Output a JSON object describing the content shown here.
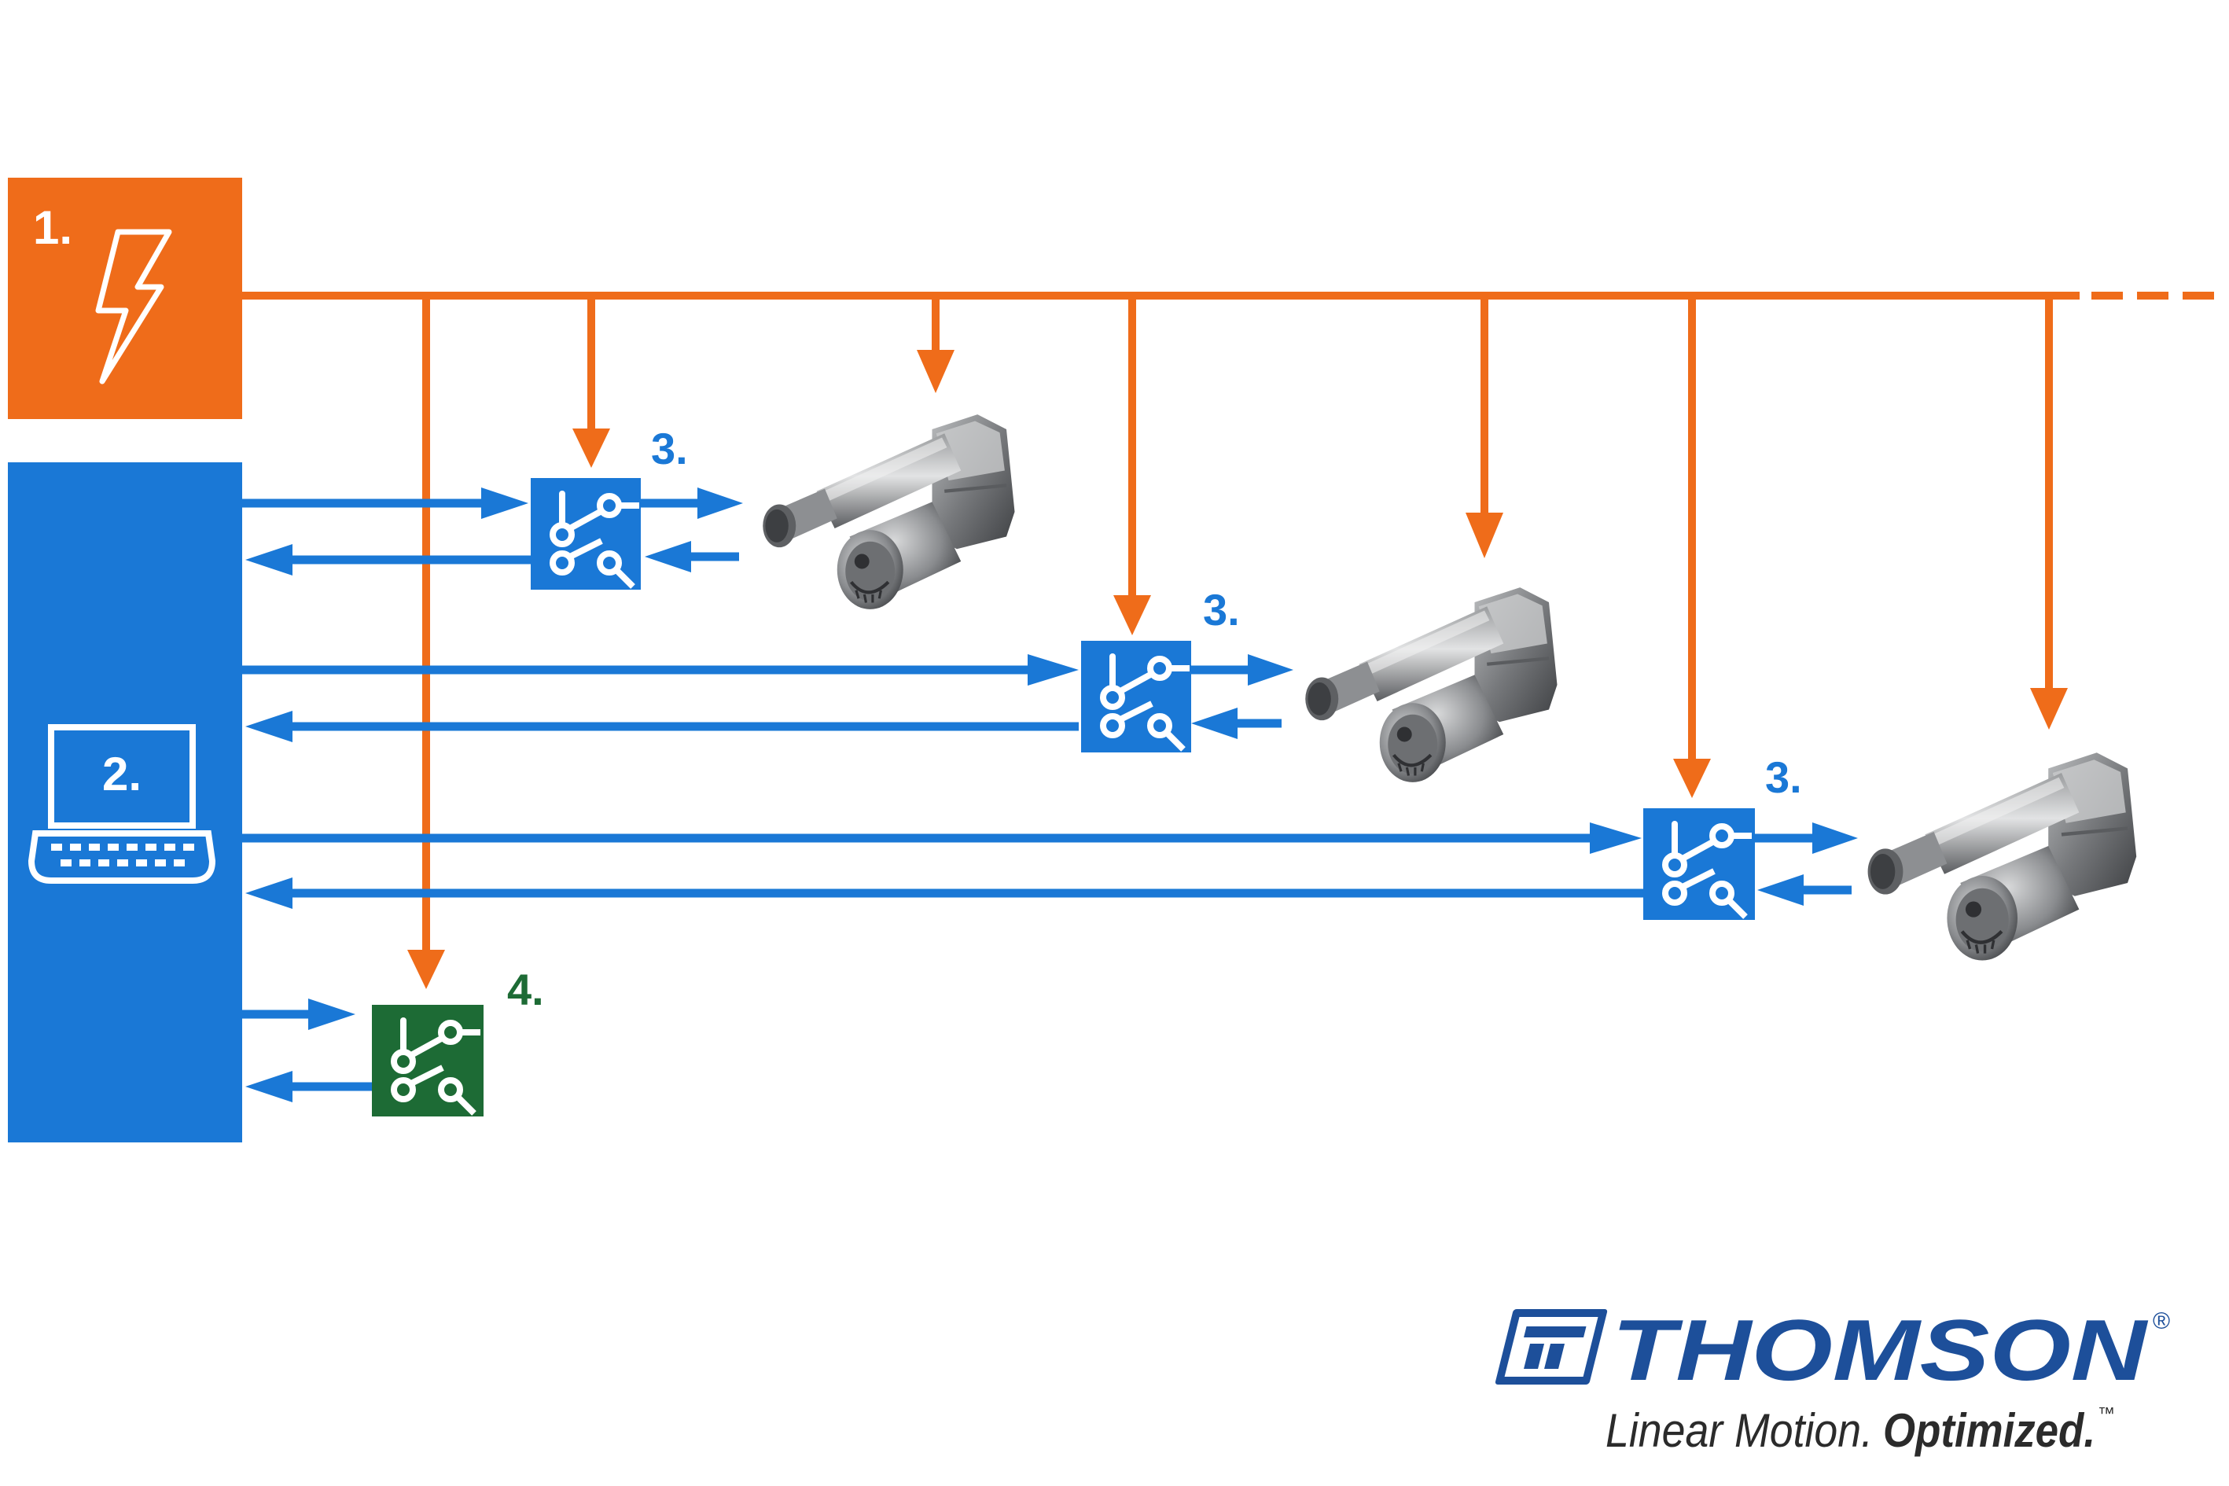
{
  "blocks": {
    "power": {
      "label": "1.",
      "color": "#ef6c1a"
    },
    "controller": {
      "label": "2.",
      "color": "#1a78d6"
    },
    "channels": [
      {
        "label": "3."
      },
      {
        "label": "3."
      },
      {
        "label": "3."
      }
    ],
    "safety": {
      "label": "4.",
      "color": "#1d6b35"
    }
  },
  "colors": {
    "power_line": "#ef6c1a",
    "signal_line": "#1a78d6",
    "switch_box": "#1a78d6",
    "safety_box": "#1d6b35",
    "label_blue": "#1a78d6",
    "label_green": "#1d6b35",
    "logo_blue": "#1d4f9a",
    "tagline": "#2b2b2b"
  },
  "icons": {
    "power": "lightning-bolt-icon",
    "controller": "laptop-icon",
    "switch": "switch-relay-icon",
    "actuator": "linear-actuator-icon"
  },
  "logo": {
    "brand": "THOMSON",
    "mark": "®"
  },
  "tagline": {
    "part1": "Linear Motion.",
    "part2": "Optimized.",
    "tm": "™"
  }
}
